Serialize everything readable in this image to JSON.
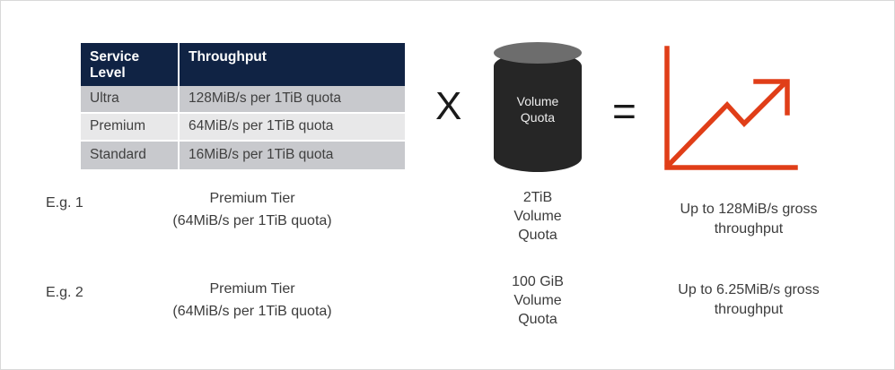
{
  "table": {
    "headers": [
      "Service Level",
      "Throughput"
    ],
    "header_lines": [
      [
        "Service",
        "Level"
      ],
      [
        "Throughput"
      ]
    ],
    "rows": [
      {
        "level": "Ultra",
        "throughput": "128MiB/s per 1TiB quota"
      },
      {
        "level": "Premium",
        "throughput": "64MiB/s per 1TiB quota"
      },
      {
        "level": "Standard",
        "throughput": "16MiB/s per 1TiB quota"
      }
    ]
  },
  "operators": {
    "times": "X",
    "equals": "="
  },
  "cylinder": {
    "line1": "Volume",
    "line2": "Quota"
  },
  "examples": [
    {
      "label": "E.g. 1",
      "tier_line1": "Premium Tier",
      "tier_line2": "(64MiB/s per 1TiB quota)",
      "volume_line1": "2TiB",
      "volume_line2": "Volume",
      "volume_line3": "Quota",
      "result_line1": "Up to 128MiB/s gross",
      "result_line2": "throughput"
    },
    {
      "label": "E.g. 2",
      "tier_line1": "Premium Tier",
      "tier_line2": "(64MiB/s per 1TiB quota)",
      "volume_line1": "100 GiB",
      "volume_line2": "Volume",
      "volume_line3": "Quota",
      "result_line1": "Up to 6.25MiB/s gross",
      "result_line2": "throughput"
    }
  ],
  "colors": {
    "table_header_bg": "#102344",
    "table_row_shade_dark": "#c8c9cd",
    "table_row_shade_light": "#e8e8e9",
    "cylinder_body": "#262626",
    "cylinder_top": "#6d6d6d",
    "chart_accent": "#e03e18",
    "text": "#3c3c3c",
    "border": "#d9d9d9"
  },
  "icons": {
    "chart": "line-chart-up-icon",
    "cylinder": "database-cylinder-icon"
  }
}
